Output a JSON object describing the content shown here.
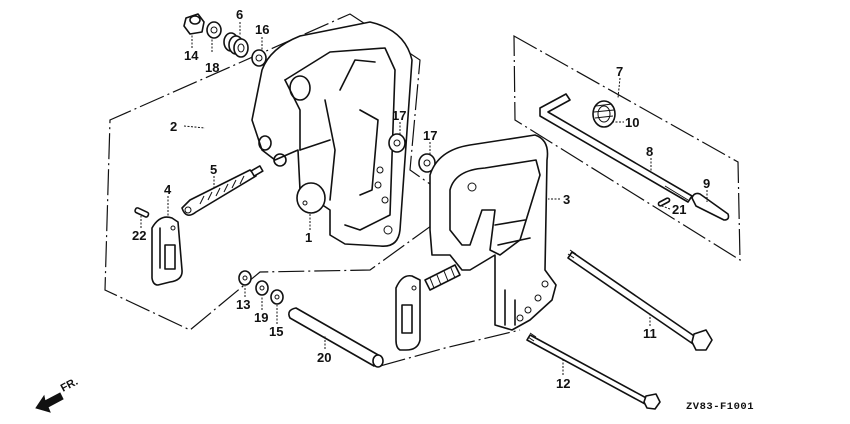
{
  "diagram": {
    "title": "Stern bracket exploded parts view",
    "drawing_code": "ZV83-F1001",
    "direction_label": "FR.",
    "callouts": [
      {
        "id": "p1",
        "number": "1"
      },
      {
        "id": "p2",
        "number": "2"
      },
      {
        "id": "p3",
        "number": "3"
      },
      {
        "id": "p4",
        "number": "4"
      },
      {
        "id": "p5",
        "number": "5"
      },
      {
        "id": "p6",
        "number": "6"
      },
      {
        "id": "p7",
        "number": "7"
      },
      {
        "id": "p8",
        "number": "8"
      },
      {
        "id": "p9",
        "number": "9"
      },
      {
        "id": "p10",
        "number": "10"
      },
      {
        "id": "p11",
        "number": "11"
      },
      {
        "id": "p12",
        "number": "12"
      },
      {
        "id": "p13",
        "number": "13"
      },
      {
        "id": "p14",
        "number": "14"
      },
      {
        "id": "p15",
        "number": "15"
      },
      {
        "id": "p16",
        "number": "16"
      },
      {
        "id": "p17a",
        "number": "17"
      },
      {
        "id": "p17b",
        "number": "17"
      },
      {
        "id": "p18",
        "number": "18"
      },
      {
        "id": "p19",
        "number": "19"
      },
      {
        "id": "p20",
        "number": "20"
      },
      {
        "id": "p21",
        "number": "21"
      },
      {
        "id": "p22",
        "number": "22"
      }
    ]
  }
}
